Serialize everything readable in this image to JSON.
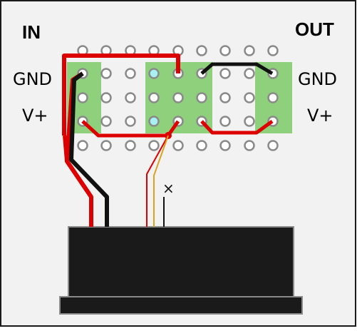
{
  "labels": {
    "in": "IN",
    "out": "OUT",
    "gnd_left": "GND",
    "vplus_left": "V+",
    "gnd_right": "GND",
    "vplus_right": "V+",
    "unconnected": "×"
  },
  "colors": {
    "background": "#f2f2f2",
    "border": "#1a1a1a",
    "strip_green": "#8fd07c",
    "hole_ring": "#8a8a8a",
    "hole_fill": "#ffffff",
    "hole_highlight": "#a8f0f4",
    "wire_red": "#dd0000",
    "wire_black": "#111111",
    "wire_orange": "#dca21d",
    "module_body": "#1a1a1a",
    "module_edge": "#8a8a8a"
  }
}
